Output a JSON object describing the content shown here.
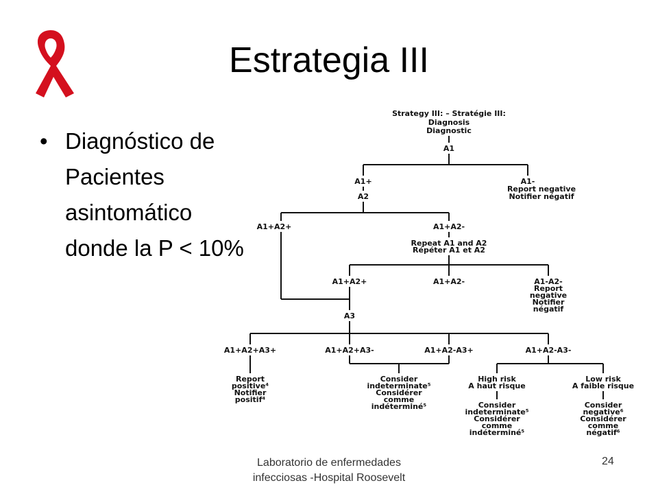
{
  "slide": {
    "title": "Estrategia III",
    "bullet_marker": "•",
    "bullet_lines": [
      "Diagnóstico de",
      "Pacientes",
      "asintomático",
      "donde la P < 10%"
    ],
    "footer_line1": "Laboratorio de enfermedades",
    "footer_line2": "infecciosas -Hospital Roosevelt",
    "page_number": "24",
    "ribbon_color": "#d4101e"
  },
  "diagram": {
    "header": "Strategy III: – Stratégie III:",
    "diagnosis": "Diagnosis",
    "diagnostic": "Diagnostic",
    "a1": "A1",
    "a1_pos": "A1+",
    "a2": "A2",
    "a1_neg": "A1-",
    "report_negative": "Report negative",
    "notifier_negatif": "Notifier négatif",
    "a1p_a2p": "A1+A2+",
    "a1p_a2n": "A1+A2-",
    "repeat": "Repeat A1 and A2",
    "repeter": "Répéter A1 et A2",
    "r_a1p_a2p": "A1+A2+",
    "r_a1p_a2n": "A1+A2-",
    "r_a1n_a2n": "A1-A2-",
    "r_report": "Report",
    "r_negative": "negative",
    "r_notifier": "Notifier",
    "r_negatif": "négatif",
    "a3": "A3",
    "c1": "A1+A2+A3+",
    "c2": "A1+A2+A3-",
    "c3": "A1+A2-A3+",
    "c4": "A1+A2-A3-",
    "pos_report": "Report",
    "pos_positive": "positive⁴",
    "pos_notifier": "Notifier",
    "pos_positif": "positif⁴",
    "ind_consider": "Consider",
    "ind_indeterminate": "indeterminate⁵",
    "ind_considerer": "Considérer",
    "ind_comme": "comme",
    "ind_indetermine": "indéterminé⁵",
    "high_risk": "High risk",
    "haut_risque": "A haut risque",
    "low_risk": "Low risk",
    "faible_risque": "A faible risque",
    "h_consider": "Consider",
    "h_indeterminate": "indeterminate⁵",
    "h_considerer": "Considérer",
    "h_comme": "comme",
    "h_indetermine": "indéterminé⁵",
    "l_consider": "Consider",
    "l_negative": "negative⁶",
    "l_considerer": "Considérer",
    "l_comme": "comme",
    "l_negatif": "négatif⁶"
  }
}
